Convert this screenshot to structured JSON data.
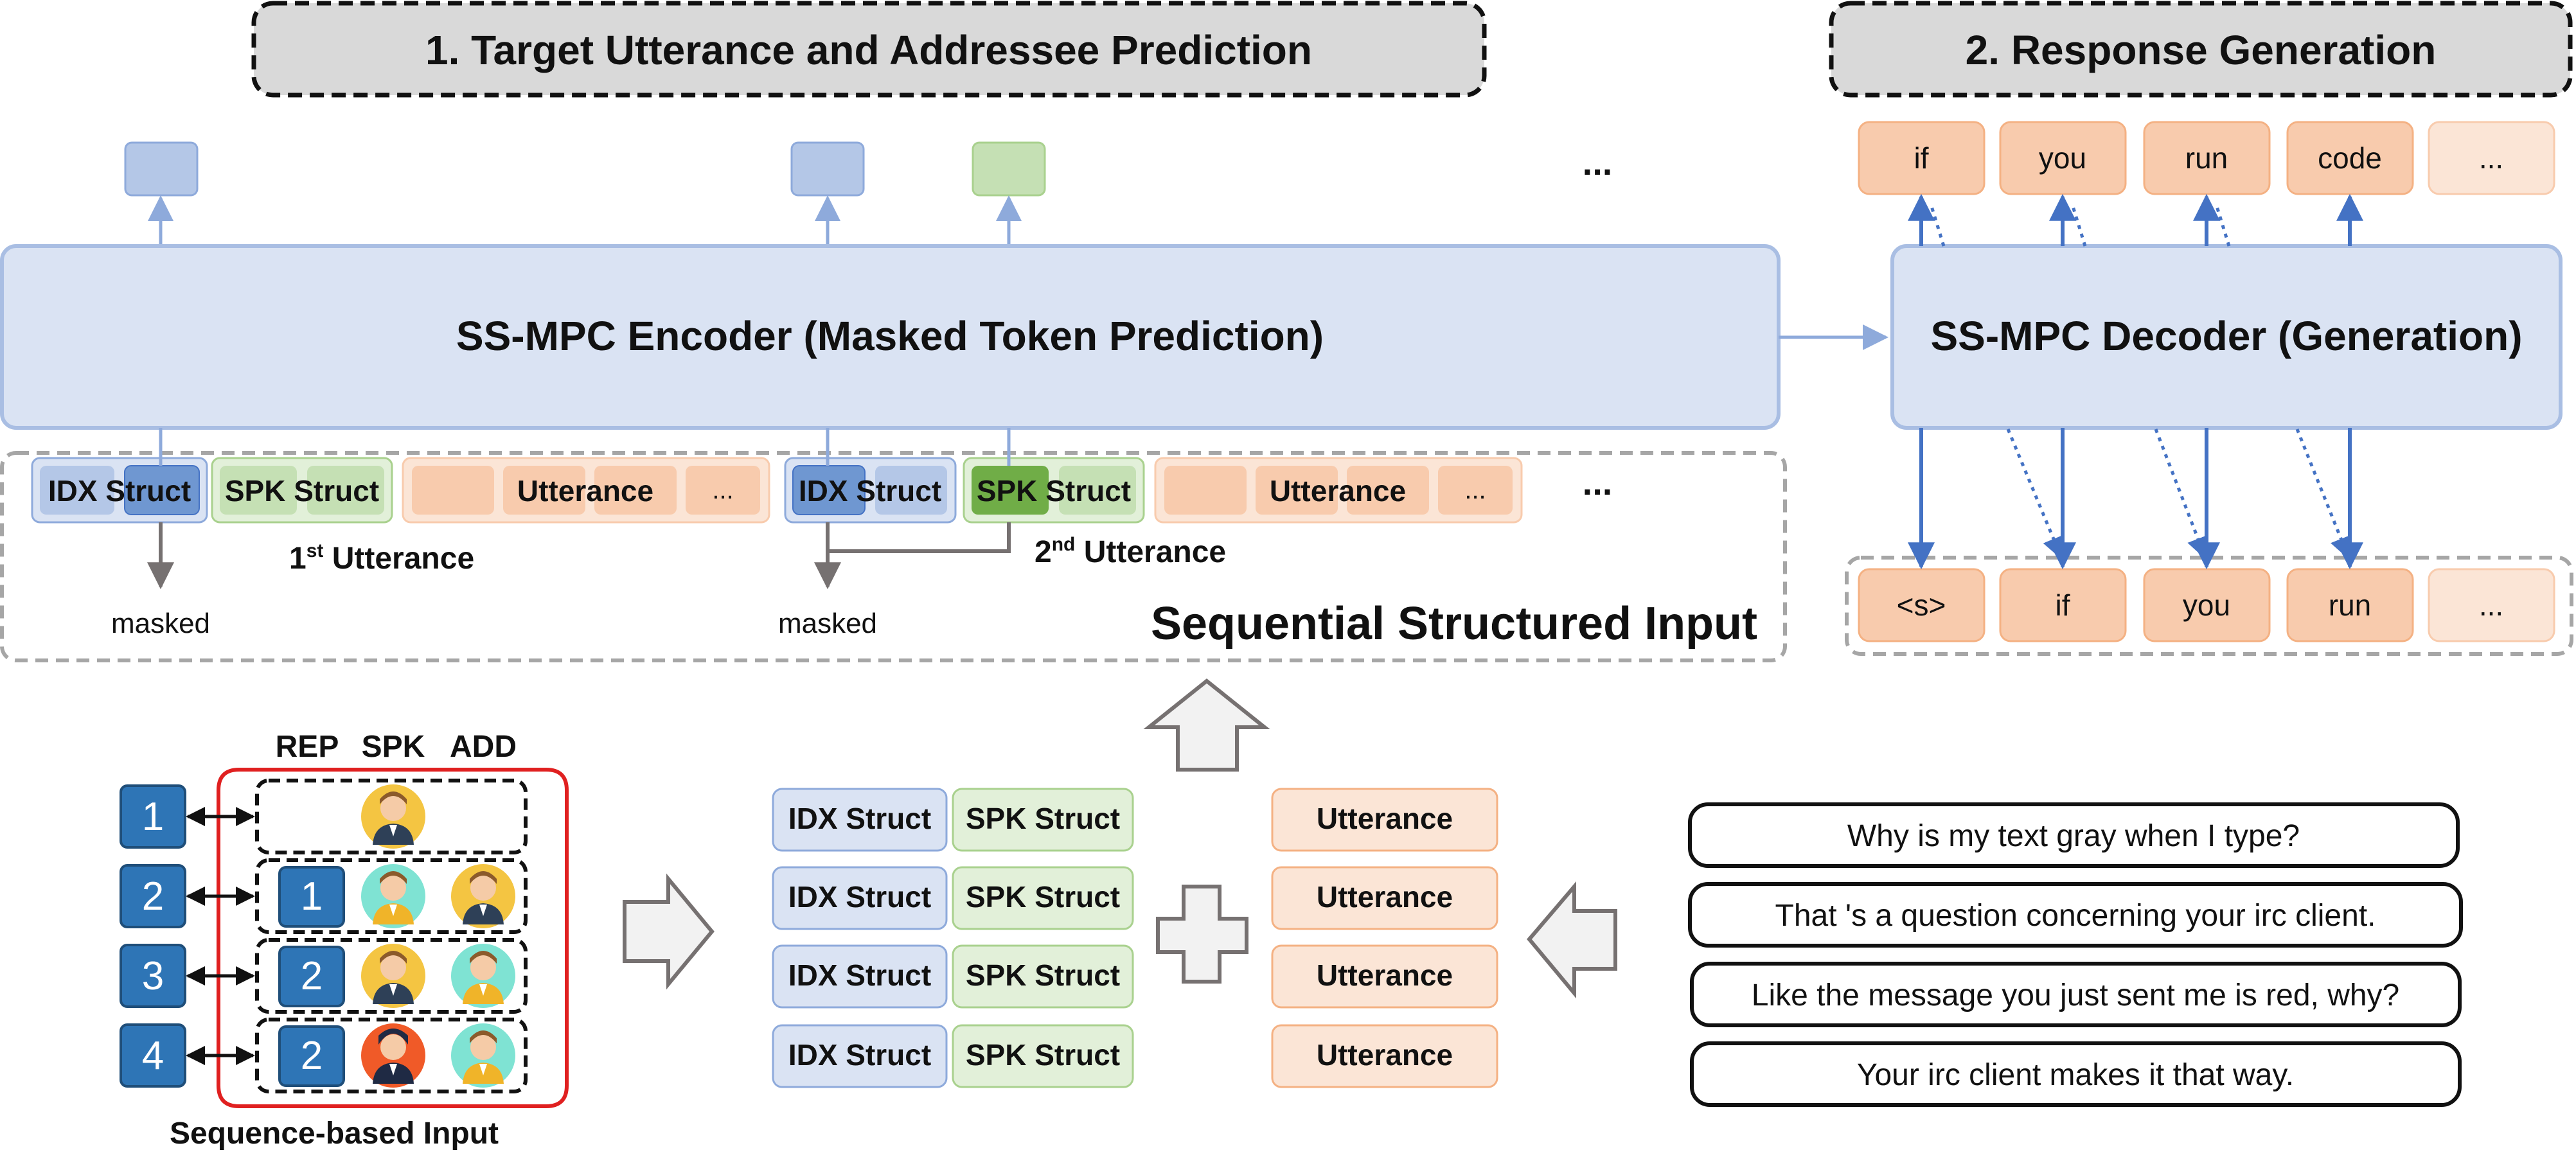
{
  "headers": {
    "section1": "1. Target Utterance and Addressee Prediction",
    "section2": "2. Response Generation"
  },
  "encoder": {
    "label": "SS-MPC Encoder (Masked Token Prediction)",
    "output_ellipsis": "..."
  },
  "decoder": {
    "label": "SS-MPC Decoder (Generation)",
    "outputs": [
      "if",
      "you",
      "run",
      "code",
      "..."
    ],
    "inputs": [
      "<s>",
      "if",
      "you",
      "run",
      "..."
    ]
  },
  "structured_input": {
    "title": "Sequential Structured Input",
    "idx_struct": "IDX Struct",
    "spk_struct": "SPK Struct",
    "utterance": "Utterance",
    "ellipsis": "...",
    "more_ellipsis": "...",
    "masked": "masked",
    "first_num": "1",
    "first_sup": "st",
    "second_num": "2",
    "second_sup": "nd",
    "utterance_word": " Utterance"
  },
  "sequence_input": {
    "headers": [
      "REP",
      "SPK",
      "ADD"
    ],
    "rows": [
      {
        "index": "1"
      },
      {
        "index": "2",
        "rep": "1"
      },
      {
        "index": "3",
        "rep": "2"
      },
      {
        "index": "4",
        "rep": "2"
      }
    ],
    "caption": "Sequence-based Input"
  },
  "dialogue": [
    "Why is my text gray when I type?",
    "That 's a question concerning your irc client.",
    "Like the message you just sent me is red, why?",
    "Your irc client makes it that way."
  ],
  "colors": {
    "encoder_fill": "#DAE3F3",
    "idx_struct": "#B4C7E7",
    "spk_struct": "#C5E0B4",
    "utterance": "#F8CBAD",
    "index_box": "#2E75B6",
    "bracket": "#E02020"
  }
}
